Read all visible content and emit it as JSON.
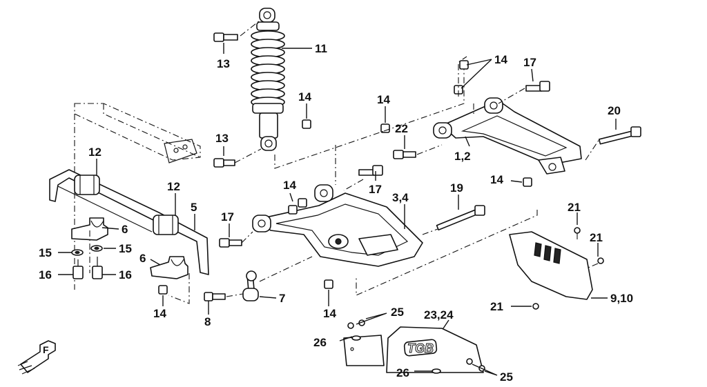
{
  "diagram": {
    "part_labels": {
      "p11": "11",
      "p13a": "13",
      "p13b": "13",
      "p14a": "14",
      "p14b": "14",
      "p14c": "14",
      "p14d": "14",
      "p14e": "14",
      "p14f": "14",
      "p14g": "14",
      "p17a": "17",
      "p17b": "17",
      "p17c": "17",
      "p20": "20",
      "p22": "22",
      "p1_2": "1,2",
      "p12a": "12",
      "p12b": "12",
      "p5": "5",
      "p6a": "6",
      "p6b": "6",
      "p15a": "15",
      "p15b": "15",
      "p16a": "16",
      "p16b": "16",
      "p3_4": "3,4",
      "p19": "19",
      "p21a": "21",
      "p21b": "21",
      "p21c": "21",
      "p9_10": "9,10",
      "p7": "7",
      "p8": "8",
      "p25a": "25",
      "p25b": "25",
      "p23_24": "23,24",
      "p26a": "26",
      "p26b": "26"
    },
    "logo_text": "TGB",
    "front_marker": "F"
  }
}
